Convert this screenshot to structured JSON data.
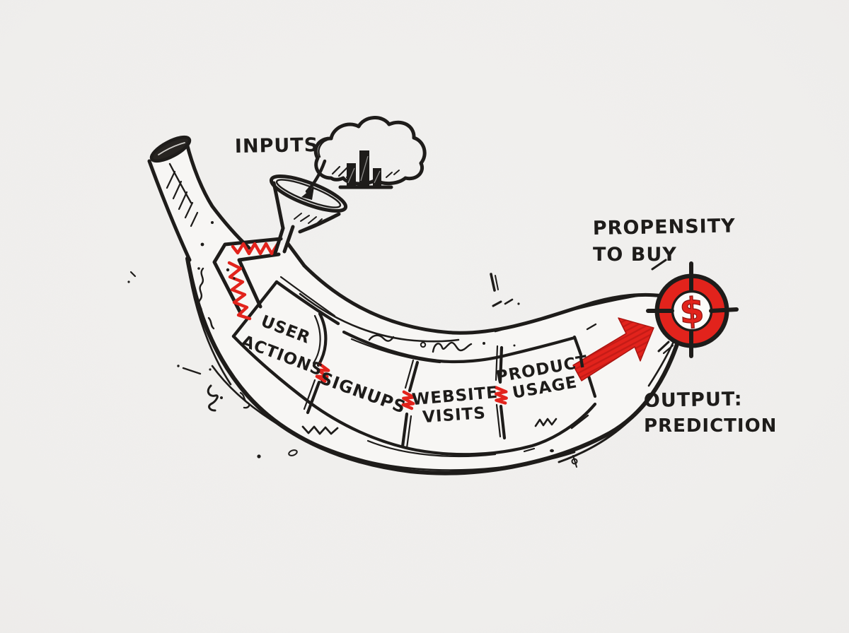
{
  "diagram": {
    "kind": "hand-drawn banana data pipeline sketch",
    "inputs_label": "INPUTS",
    "segments": [
      {
        "name": "user-actions",
        "line1": "USER",
        "line2": "ACTIONS"
      },
      {
        "name": "signups",
        "line1": "SIGNUPS",
        "line2": ""
      },
      {
        "name": "website-visits",
        "line1": "WEBSITE",
        "line2": "VISITS"
      },
      {
        "name": "product-usage",
        "line1": "PRODUCT",
        "line2": "USAGE"
      }
    ],
    "propensity_label": {
      "line1": "PROPENSITY",
      "line2": "TO BUY"
    },
    "output_label": {
      "line1": "OUTPUT:",
      "line2": "PREDICTION"
    },
    "target": {
      "symbol": "$"
    },
    "icons": {
      "funnel": "funnel-icon",
      "cloud": "cloud-data-icon",
      "bar_chart": "bar-chart-icon",
      "input_arrow": "curved-arrow-icon",
      "prediction_arrow": "red-arrow-icon",
      "bullseye": "bullseye-target-icon"
    },
    "colors": {
      "paper": "#f1f0ee",
      "ink": "#1e1c1a",
      "accent_red": "#e2231c",
      "accent_red_dark": "#a81410"
    }
  }
}
